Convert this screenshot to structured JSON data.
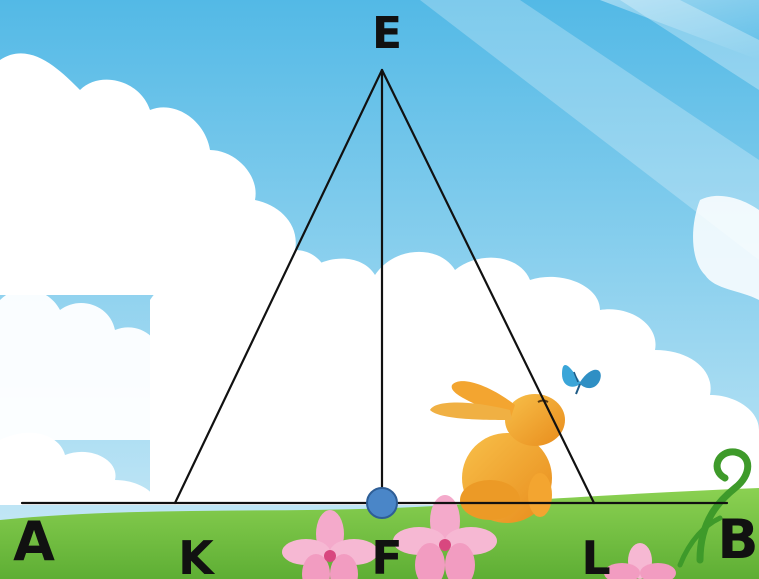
{
  "diagram": {
    "points": {
      "A": "A",
      "B": "B",
      "E": "E",
      "F": "F",
      "K": "K",
      "L": "L"
    },
    "colors": {
      "sky_top": "#5ec0e8",
      "sky_bottom": "#bfe6f6",
      "cloud": "#ffffff",
      "grass": "#7ec64a",
      "line": "#111111",
      "point_F": "#4a86c8",
      "rabbit": "#f3a530",
      "butterfly": "#3aa5d8",
      "flower": "#f3a6c8"
    },
    "icons": [
      "rabbit",
      "butterfly",
      "flower",
      "vine-swirl"
    ]
  }
}
